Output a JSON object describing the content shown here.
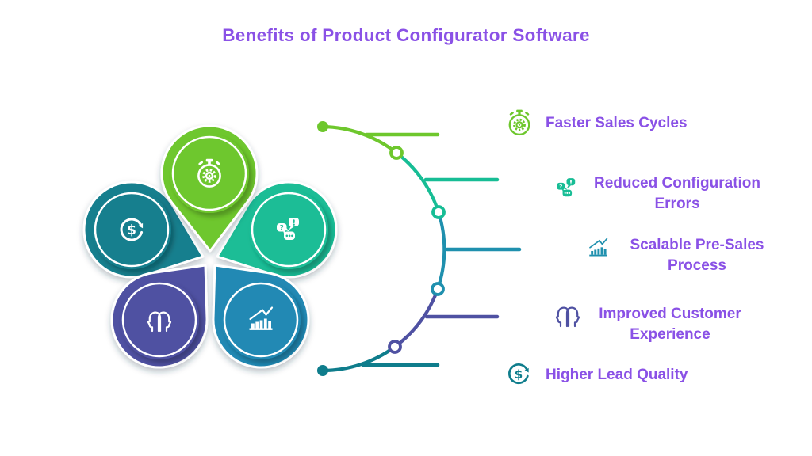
{
  "title": {
    "text": "Benefits of Product Configurator Software"
  },
  "palette": {
    "heading": "#8a51e6",
    "label": "#8a51e6",
    "icon_white": "#ffffff"
  },
  "flower": {
    "petals": [
      {
        "name": "faster-sales-cycles",
        "icon": "stopwatch-icon",
        "color": "#6ec72d"
      },
      {
        "name": "reduced-configuration-errors",
        "icon": "chat-bubbles-icon",
        "color": "#1abd96"
      },
      {
        "name": "scalable-pre-sales-process",
        "icon": "bar-chart-icon",
        "color": "#2189b4"
      },
      {
        "name": "improved-customer-experience",
        "icon": "two-heads-icon",
        "color": "#4f51a2"
      },
      {
        "name": "higher-lead-quality",
        "icon": "dollar-cycle-icon",
        "color": "#157f8e"
      }
    ]
  },
  "legend": {
    "items": [
      {
        "label": "Faster Sales Cycles",
        "icon": "stopwatch-icon",
        "color": "#6ec72d"
      },
      {
        "label": "Reduced Configuration Errors",
        "icon": "chat-bubbles-icon",
        "color": "#17bd95"
      },
      {
        "label": "Scalable Pre-Sales Process",
        "icon": "bar-chart-icon",
        "color": "#1f90ae"
      },
      {
        "label": "Improved Customer Experience",
        "icon": "two-heads-icon",
        "color": "#4f51a2"
      },
      {
        "label": "Higher Lead Quality",
        "icon": "dollar-cycle-icon",
        "color": "#0f7d8c"
      }
    ]
  }
}
